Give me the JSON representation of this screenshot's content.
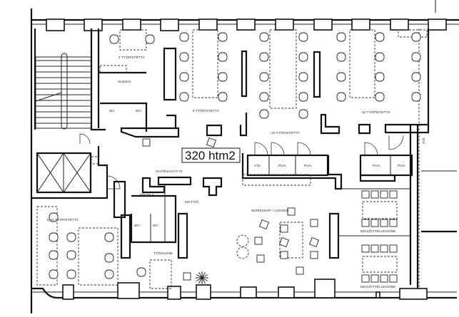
{
  "plan": {
    "area_label": "320 htm2",
    "rooms": {
      "two_workplaces": "2 TYÖPISTETTÄ",
      "shower": "SUIHKU",
      "wc1": "WC",
      "wc2": "WC",
      "eight_workplaces": "8 TYÖPISTETTÄ",
      "ten_workplaces": "10 TYÖPISTETTÄ",
      "twelve_workplaces": "12 TYÖPISTETTÄ",
      "atk": "ATK",
      "puh1": "PUH.",
      "puh2": "PUH.",
      "puh3": "PUH.",
      "puh4": "PUH.",
      "eio": "EIO",
      "cloakroom": "VAATESÄILYTYS",
      "lobby": "ETUTILA",
      "kitchen": "KEITTIÖ",
      "wc3": "WC",
      "wc4": "WC",
      "six_ten_workplaces": "6-10 TYÖPISTETTÄ",
      "office_room": "TYÖHUONE",
      "workshop_lounge": "WORKSHOP / LOUNGE",
      "meeting_room_1": "NEUVOTTELUHUONE",
      "meeting_room_2": "NEUVOTTELUHUONE"
    }
  }
}
